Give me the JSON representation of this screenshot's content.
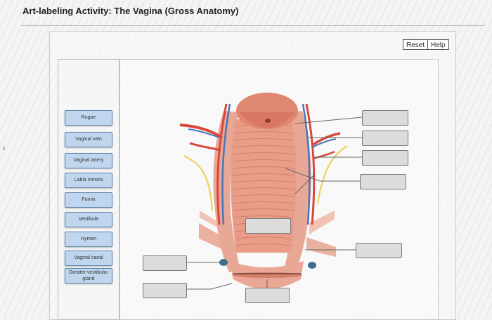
{
  "title": "Art-labeling Activity: The Vagina (Gross Anatomy)",
  "toolbar": {
    "reset_label": "Reset",
    "help_label": "Help"
  },
  "labels": [
    "Rugae",
    "Vaginal vein",
    "Vaginal artery",
    "Labia minora",
    "Fornix",
    "Vestibule",
    "Hymen",
    "Vaginal canal",
    "Greater vestibular gland"
  ],
  "icons": {
    "side_chevron": "chevron-right-icon"
  },
  "colors": {
    "chip_fill": "#bfd6ee",
    "chip_border": "#5d86b0",
    "drop_fill": "#dcdcdc",
    "tissue": "#e59a86",
    "artery": "#d9473a",
    "vein": "#4a74b8",
    "nerve": "#e8cf52"
  }
}
